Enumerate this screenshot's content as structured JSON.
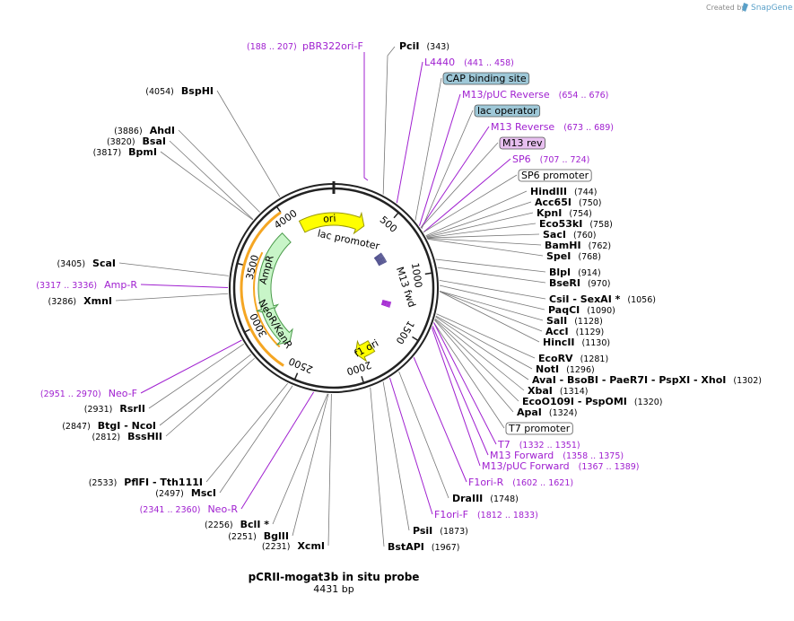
{
  "header": {
    "credit_prefix": "Created by",
    "credit_brand": "SnapGene"
  },
  "plasmid": {
    "name": "pCRII-mogat3b in situ probe",
    "length_label": "4431 bp",
    "length": 4431
  },
  "colors": {
    "feature": "#a020d0",
    "enzyme": "#000000",
    "ring": "#222222",
    "ori": "#ffff00",
    "resistance": "#c8f5c8",
    "orange": "#f5a623",
    "binding_box": "#9ec8d8",
    "primer_box": "#e8c0f0"
  },
  "ticks": [
    {
      "bp": 500,
      "label": "500"
    },
    {
      "bp": 1000,
      "label": "1000"
    },
    {
      "bp": 1500,
      "label": "1500"
    },
    {
      "bp": 2000,
      "label": "2000"
    },
    {
      "bp": 2500,
      "label": "2500"
    },
    {
      "bp": 3000,
      "label": "3000"
    },
    {
      "bp": 3500,
      "label": "3500"
    },
    {
      "bp": 4000,
      "label": "4000"
    }
  ],
  "arrows": [
    {
      "name": "ori",
      "start": 4095,
      "end": 320,
      "fill": "#ffff00",
      "stroke": "#999900",
      "label": "ori"
    },
    {
      "name": "AmpR",
      "start": 3900,
      "end": 3050,
      "fill": "#c8f5c8",
      "stroke": "#4a9a4a",
      "label": "AmpR"
    },
    {
      "name": "NeoR/KanR",
      "start": 2700,
      "end": 3100,
      "fill": "#c8f5c8",
      "stroke": "#4a9a4a",
      "label": "NeoR/KanR"
    },
    {
      "name": "f1 ori",
      "start": 1810,
      "end": 1990,
      "fill": "#ffff00",
      "stroke": "#999900",
      "label": "f1 ori"
    }
  ],
  "inner_labels": [
    {
      "text": "lac promoter"
    },
    {
      "text": "M13 fwd"
    }
  ],
  "enzymes_right": [
    {
      "name": "PciI",
      "pos": "(343)",
      "bp": 343
    },
    {
      "name": "HindIII",
      "pos": "(744)",
      "bp": 744
    },
    {
      "name": "Acc65I",
      "pos": "(750)",
      "bp": 750
    },
    {
      "name": "KpnI",
      "pos": "(754)",
      "bp": 754
    },
    {
      "name": "Eco53kI",
      "pos": "(758)",
      "bp": 758
    },
    {
      "name": "SacI",
      "pos": "(760)",
      "bp": 760
    },
    {
      "name": "BamHI",
      "pos": "(762)",
      "bp": 762
    },
    {
      "name": "SpeI",
      "pos": "(768)",
      "bp": 768
    },
    {
      "name": "BlpI",
      "pos": "(914)",
      "bp": 914
    },
    {
      "name": "BseRI",
      "pos": "(970)",
      "bp": 970
    },
    {
      "name": "CsiI - SexAI *",
      "pos": "(1056)",
      "bp": 1056
    },
    {
      "name": "PaqCI",
      "pos": "(1090)",
      "bp": 1090
    },
    {
      "name": "SalI",
      "pos": "(1128)",
      "bp": 1128
    },
    {
      "name": "AccI",
      "pos": "(1129)",
      "bp": 1129
    },
    {
      "name": "HincII",
      "pos": "(1130)",
      "bp": 1130
    },
    {
      "name": "EcoRV",
      "pos": "(1281)",
      "bp": 1281
    },
    {
      "name": "NotI",
      "pos": "(1296)",
      "bp": 1296
    },
    {
      "name": "AvaI - BsoBI - PaeR7I - PspXI - XhoI",
      "pos": "(1302)",
      "bp": 1302
    },
    {
      "name": "XbaI",
      "pos": "(1314)",
      "bp": 1314
    },
    {
      "name": "EcoO109I - PspOMI",
      "pos": "(1320)",
      "bp": 1320
    },
    {
      "name": "ApaI",
      "pos": "(1324)",
      "bp": 1324
    },
    {
      "name": "DraIII",
      "pos": "(1748)",
      "bp": 1748
    },
    {
      "name": "PsiI",
      "pos": "(1873)",
      "bp": 1873
    },
    {
      "name": "BstAPI",
      "pos": "(1967)",
      "bp": 1967
    }
  ],
  "enzymes_left": [
    {
      "name": "BspHI",
      "pos": "(4054)",
      "bp": 4054
    },
    {
      "name": "AhdI",
      "pos": "(3886)",
      "bp": 3886
    },
    {
      "name": "BsaI",
      "pos": "(3820)",
      "bp": 3820
    },
    {
      "name": "BpmI",
      "pos": "(3817)",
      "bp": 3817
    },
    {
      "name": "ScaI",
      "pos": "(3405)",
      "bp": 3405
    },
    {
      "name": "XmnI",
      "pos": "(3286)",
      "bp": 3286
    },
    {
      "name": "RsrII",
      "pos": "(2931)",
      "bp": 2931
    },
    {
      "name": "BtgI - NcoI",
      "pos": "(2847)",
      "bp": 2847
    },
    {
      "name": "BssHII",
      "pos": "(2812)",
      "bp": 2812
    },
    {
      "name": "PflFI - Tth111I",
      "pos": "(2533)",
      "bp": 2533
    },
    {
      "name": "MscI",
      "pos": "(2497)",
      "bp": 2497
    },
    {
      "name": "BclI *",
      "pos": "(2256)",
      "bp": 2256
    },
    {
      "name": "BglII",
      "pos": "(2251)",
      "bp": 2251
    },
    {
      "name": "XcmI",
      "pos": "(2231)",
      "bp": 2231
    }
  ],
  "features": [
    {
      "name": "pBR322ori-F",
      "pos": "(188 .. 207)",
      "bp": 198
    },
    {
      "name": "L4440",
      "pos": "(441 .. 458)",
      "bp": 450
    },
    {
      "name": "M13/pUC Reverse",
      "pos": "(654 .. 676)",
      "bp": 665
    },
    {
      "name": "M13 Reverse",
      "pos": "(673 .. 689)",
      "bp": 681
    },
    {
      "name": "SP6",
      "pos": "(707 .. 724)",
      "bp": 715
    },
    {
      "name": "T7",
      "pos": "(1332 .. 1351)",
      "bp": 1342
    },
    {
      "name": "M13 Forward",
      "pos": "(1358 .. 1375)",
      "bp": 1366
    },
    {
      "name": "M13/pUC Forward",
      "pos": "(1367 .. 1389)",
      "bp": 1378
    },
    {
      "name": "F1ori-R",
      "pos": "(1602 .. 1621)",
      "bp": 1611
    },
    {
      "name": "F1ori-F",
      "pos": "(1812 .. 1833)",
      "bp": 1822
    },
    {
      "name": "Amp-R",
      "pos": "(3317 .. 3336)",
      "bp": 3326
    },
    {
      "name": "Neo-F",
      "pos": "(2951 .. 2970)",
      "bp": 2960
    },
    {
      "name": "Neo-R",
      "pos": "(2341 .. 2360)",
      "bp": 2350
    }
  ],
  "boxed_features": [
    {
      "name": "CAP binding site",
      "kind": "binding",
      "bp": 620
    },
    {
      "name": "lac operator",
      "kind": "binding",
      "bp": 690
    },
    {
      "name": "M13 rev",
      "kind": "primer",
      "bp": 681
    },
    {
      "name": "SP6 promoter",
      "kind": "promoter",
      "bp": 715
    },
    {
      "name": "T7 promoter",
      "kind": "promoter",
      "bp": 1342
    }
  ]
}
